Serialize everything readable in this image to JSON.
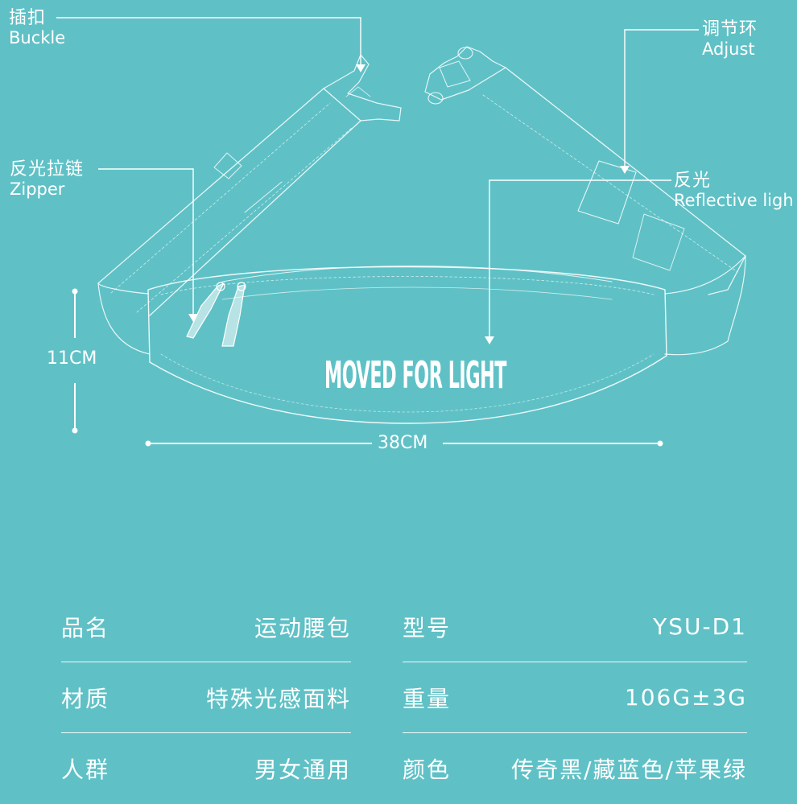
{
  "callouts": {
    "buckle": {
      "cn": "插扣",
      "en": "Buckle"
    },
    "adjust": {
      "cn": "调节环",
      "en": "Adjust"
    },
    "zipper": {
      "cn": "反光拉链",
      "en": "Zipper"
    },
    "reflective": {
      "cn": "反光",
      "en": "Reflective ligh"
    }
  },
  "product": {
    "logo_text": "MOVED FOR LIGHT"
  },
  "dimensions": {
    "height": "11CM",
    "width": "38CM"
  },
  "specs": [
    [
      {
        "label": "品名",
        "value": "运动腰包"
      },
      {
        "label": "型号",
        "value": "YSU-D1"
      }
    ],
    [
      {
        "label": "材质",
        "value": "特殊光感面料"
      },
      {
        "label": "重量",
        "value": "106G±3G"
      }
    ],
    [
      {
        "label": "人群",
        "value": "男女通用"
      },
      {
        "label": "颜色",
        "value": "传奇黑/藏蓝色/苹果绿"
      }
    ]
  ]
}
